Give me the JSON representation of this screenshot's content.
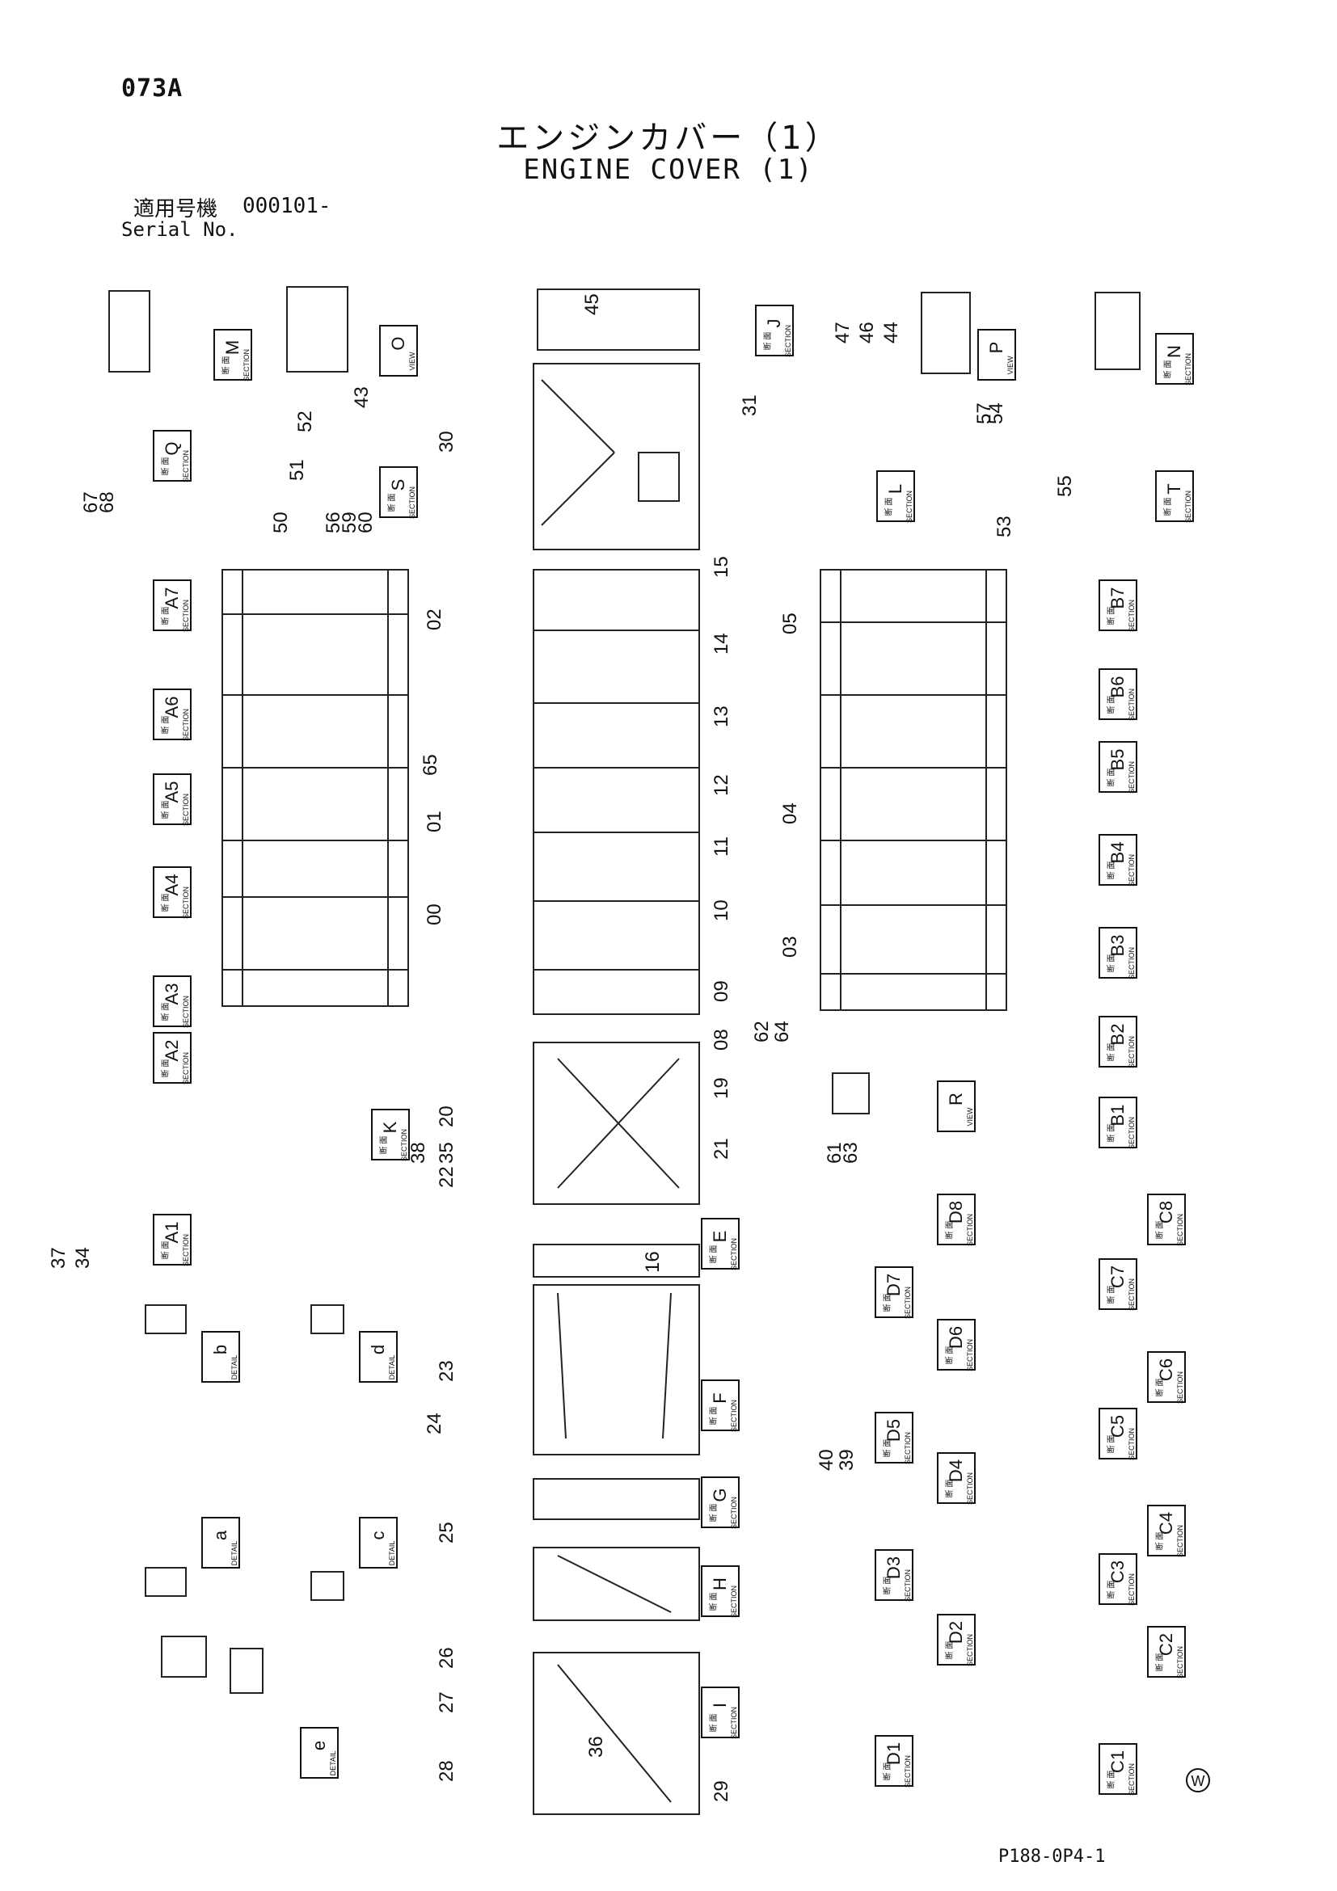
{
  "header": {
    "page_code": "073A",
    "title_jp": "エンジンカバー（1）",
    "title_en": "ENGINE COVER (1)",
    "serial_jp": "適用号機",
    "serial_en": "Serial No.",
    "serial_value": "000101-"
  },
  "footer": {
    "drawing_code": "P188-0P4-1",
    "mark": "W"
  },
  "section_word": "SECTION",
  "danmen_jp": "断 面",
  "sections_left": [
    "A1",
    "A2",
    "A3",
    "A4",
    "A5",
    "A6",
    "A7"
  ],
  "sections_right": [
    "B1",
    "B2",
    "B3",
    "B4",
    "B5",
    "B6",
    "B7"
  ],
  "sections_d": [
    "D1",
    "D2",
    "D3",
    "D4",
    "D5",
    "D6",
    "D7",
    "D8"
  ],
  "sections_c": [
    "C1",
    "C2",
    "C3",
    "C4",
    "C5",
    "C6",
    "C7",
    "C8"
  ],
  "sections_center": [
    "E",
    "F",
    "G",
    "H",
    "I"
  ],
  "sections_misc": [
    "M",
    "J",
    "N",
    "Q",
    "S",
    "L",
    "T",
    "K"
  ],
  "views": [
    "O",
    "P",
    "R"
  ],
  "view_word": "VIEW",
  "details": [
    "a",
    "b",
    "c",
    "d",
    "e"
  ],
  "detail_word": "DETAIL",
  "part_numbers_main": [
    "00",
    "01",
    "02",
    "03",
    "04",
    "05",
    "08",
    "09",
    "10",
    "11",
    "12",
    "13",
    "14",
    "15"
  ],
  "part_numbers_frame": [
    "19",
    "20",
    "21",
    "22",
    "23",
    "24",
    "25",
    "26",
    "27",
    "28",
    "29",
    "30",
    "31"
  ],
  "part_numbers_misc": [
    "34",
    "35",
    "36",
    "37",
    "38",
    "39",
    "40",
    "43",
    "44",
    "45",
    "46",
    "47",
    "50",
    "51",
    "52",
    "53",
    "54",
    "55",
    "56",
    "57",
    "59",
    "60",
    "61",
    "62",
    "63",
    "64",
    "65",
    "67",
    "68",
    "16"
  ]
}
